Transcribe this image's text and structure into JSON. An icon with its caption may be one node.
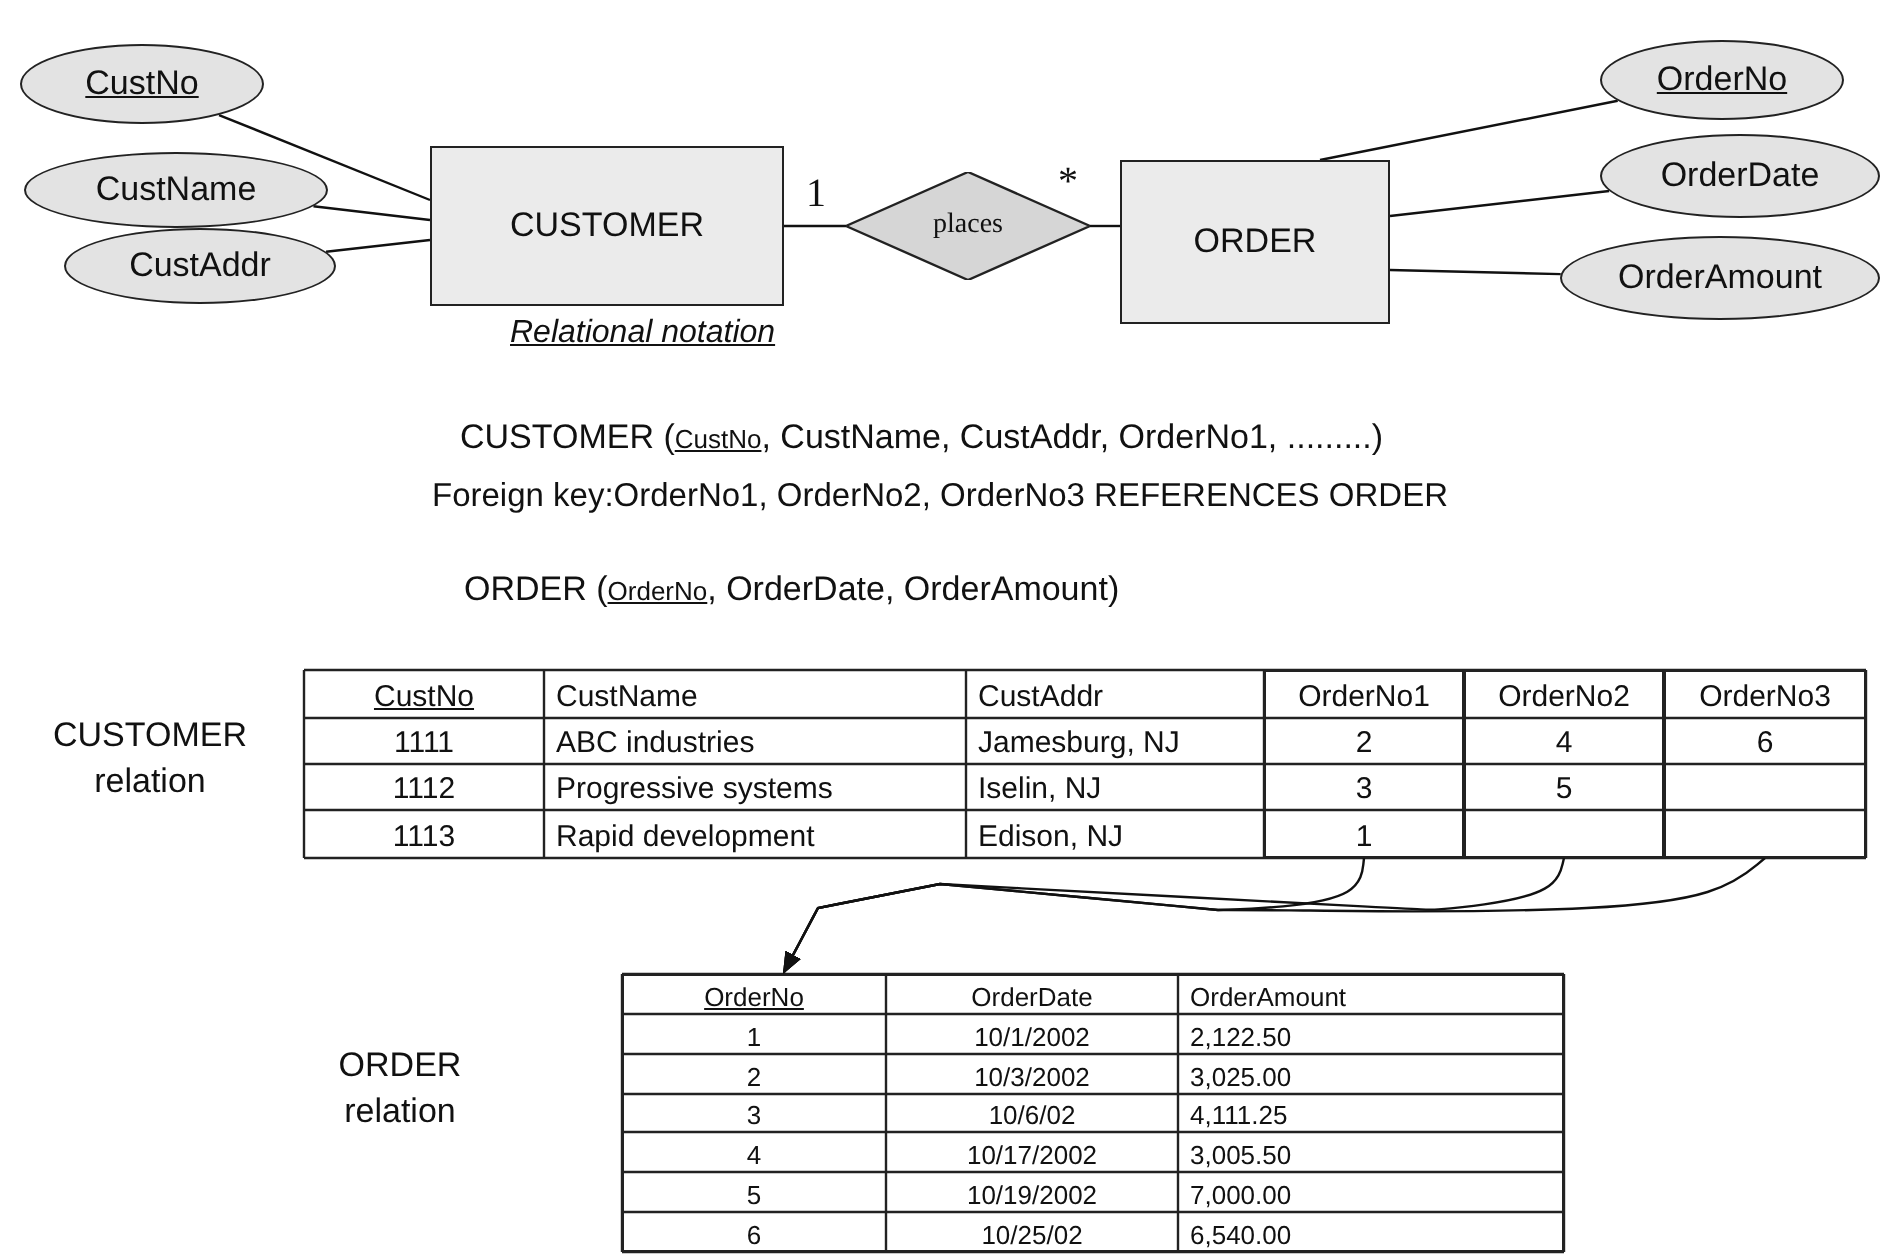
{
  "diagram": {
    "nodes": [
      {
        "text": [
          "CustNo"
        ]
      },
      {
        "text": [
          "CustName"
        ]
      },
      {
        "text": [
          "CustAddr"
        ]
      },
      {
        "text": [
          "CUSTOMER"
        ]
      },
      {
        "text": [
          "places"
        ]
      },
      {
        "text": [
          "ORDER"
        ]
      },
      {
        "text": [
          "OrderNo"
        ]
      },
      {
        "text": [
          "OrderDate"
        ]
      },
      {
        "text": [
          "OrderAmount"
        ]
      },
      {
        "text": [],
        "shape": "box"
      },
      {
        "text": [],
        "shape": "box"
      },
      {
        "text": [],
        "shape": "box"
      },
      {
        "text": [],
        "shape": "box"
      }
    ],
    "edges": [
      {
        "from": 0,
        "to": 3,
        "arrow": "none"
      },
      {
        "from": 1,
        "to": 3,
        "arrow": "none"
      },
      {
        "from": 2,
        "to": 3,
        "arrow": "none"
      },
      {
        "from": 3,
        "to": 4,
        "arrow": "none",
        "label": "1"
      },
      {
        "from": 4,
        "to": 5,
        "arrow": "none",
        "label": "*"
      },
      {
        "from": 5,
        "to": 6,
        "arrow": "none"
      },
      {
        "from": 5,
        "to": 7,
        "arrow": "none"
      },
      {
        "from": 5,
        "to": 8,
        "arrow": "none"
      },
      {
        "from": 9,
        "to": 12,
        "arrow": "to"
      },
      {
        "from": 10,
        "to": 12,
        "arrow": "to"
      },
      {
        "from": 11,
        "to": 12,
        "arrow": "to"
      }
    ],
    "labels": [
      "Relational notation",
      "CUSTOMER (",
      "CustNo",
      ", CustName, CustAddr, OrderNo1, .........)",
      "Foreign key:OrderNo1, OrderNo2, OrderNo3 REFERENCES ORDER",
      "ORDER (",
      "OrderNo",
      ", OrderDate, OrderAmount)",
      "CUSTOMER relation",
      "CustNo",
      "CustName",
      "CustAddr",
      "OrderNo1",
      "OrderNo2",
      "OrderNo3",
      "1111",
      "ABC industries",
      "Jamesburg, NJ",
      "2",
      "4",
      "6",
      "1112",
      "Progressive systems",
      "Iselin, NJ",
      "3",
      "5",
      "1113",
      "Rapid development",
      "Edison, NJ",
      "1",
      "ORDER relation",
      "OrderNo",
      "OrderDate",
      "OrderAmount",
      "1",
      "10/1/2002",
      "2,122.50",
      "2",
      "10/3/2002",
      "3,025.00",
      "3",
      "10/6/02",
      "4,111.25",
      "4",
      "10/17/2002",
      "3,005.50",
      "5",
      "10/19/2002",
      "7,000.00",
      "6",
      "10/25/02",
      "6,540.00"
    ]
  }
}
